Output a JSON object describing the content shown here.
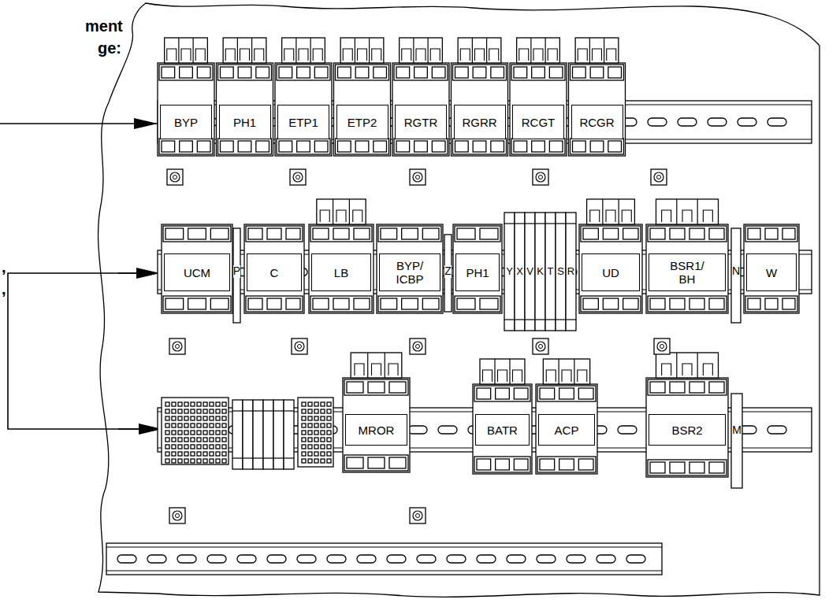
{
  "diagram": {
    "nodes": [
      {
        "text": [
          "BYP"
        ]
      },
      {
        "text": [
          "PH1"
        ]
      },
      {
        "text": [
          "ETP1"
        ]
      },
      {
        "text": [
          "ETP2"
        ]
      },
      {
        "text": [
          "RGTR"
        ]
      },
      {
        "text": [
          "RGRR"
        ]
      },
      {
        "text": [
          "RCGT"
        ]
      },
      {
        "text": [
          "RCGR"
        ]
      },
      {
        "text": [
          "UCM"
        ]
      },
      {
        "text": [
          "C"
        ]
      },
      {
        "text": [
          "LB"
        ]
      },
      {
        "text": [
          "BYP/ ICBP"
        ]
      },
      {
        "text": [
          "PH1"
        ]
      },
      {
        "text": [
          "UD"
        ]
      },
      {
        "text": [
          "BSR1/ BH"
        ]
      },
      {
        "text": [
          "W"
        ]
      },
      {
        "text": [
          "MROR"
        ]
      },
      {
        "text": [
          "BATR"
        ]
      },
      {
        "text": [
          "ACP"
        ]
      },
      {
        "text": [
          "BSR2"
        ]
      }
    ],
    "labels": [
      "ment",
      "ge:",
      ",",
      ",",
      "P",
      "Z",
      "Y",
      "X",
      "V",
      "K",
      "T",
      "S",
      "R",
      "N",
      "M"
    ]
  }
}
